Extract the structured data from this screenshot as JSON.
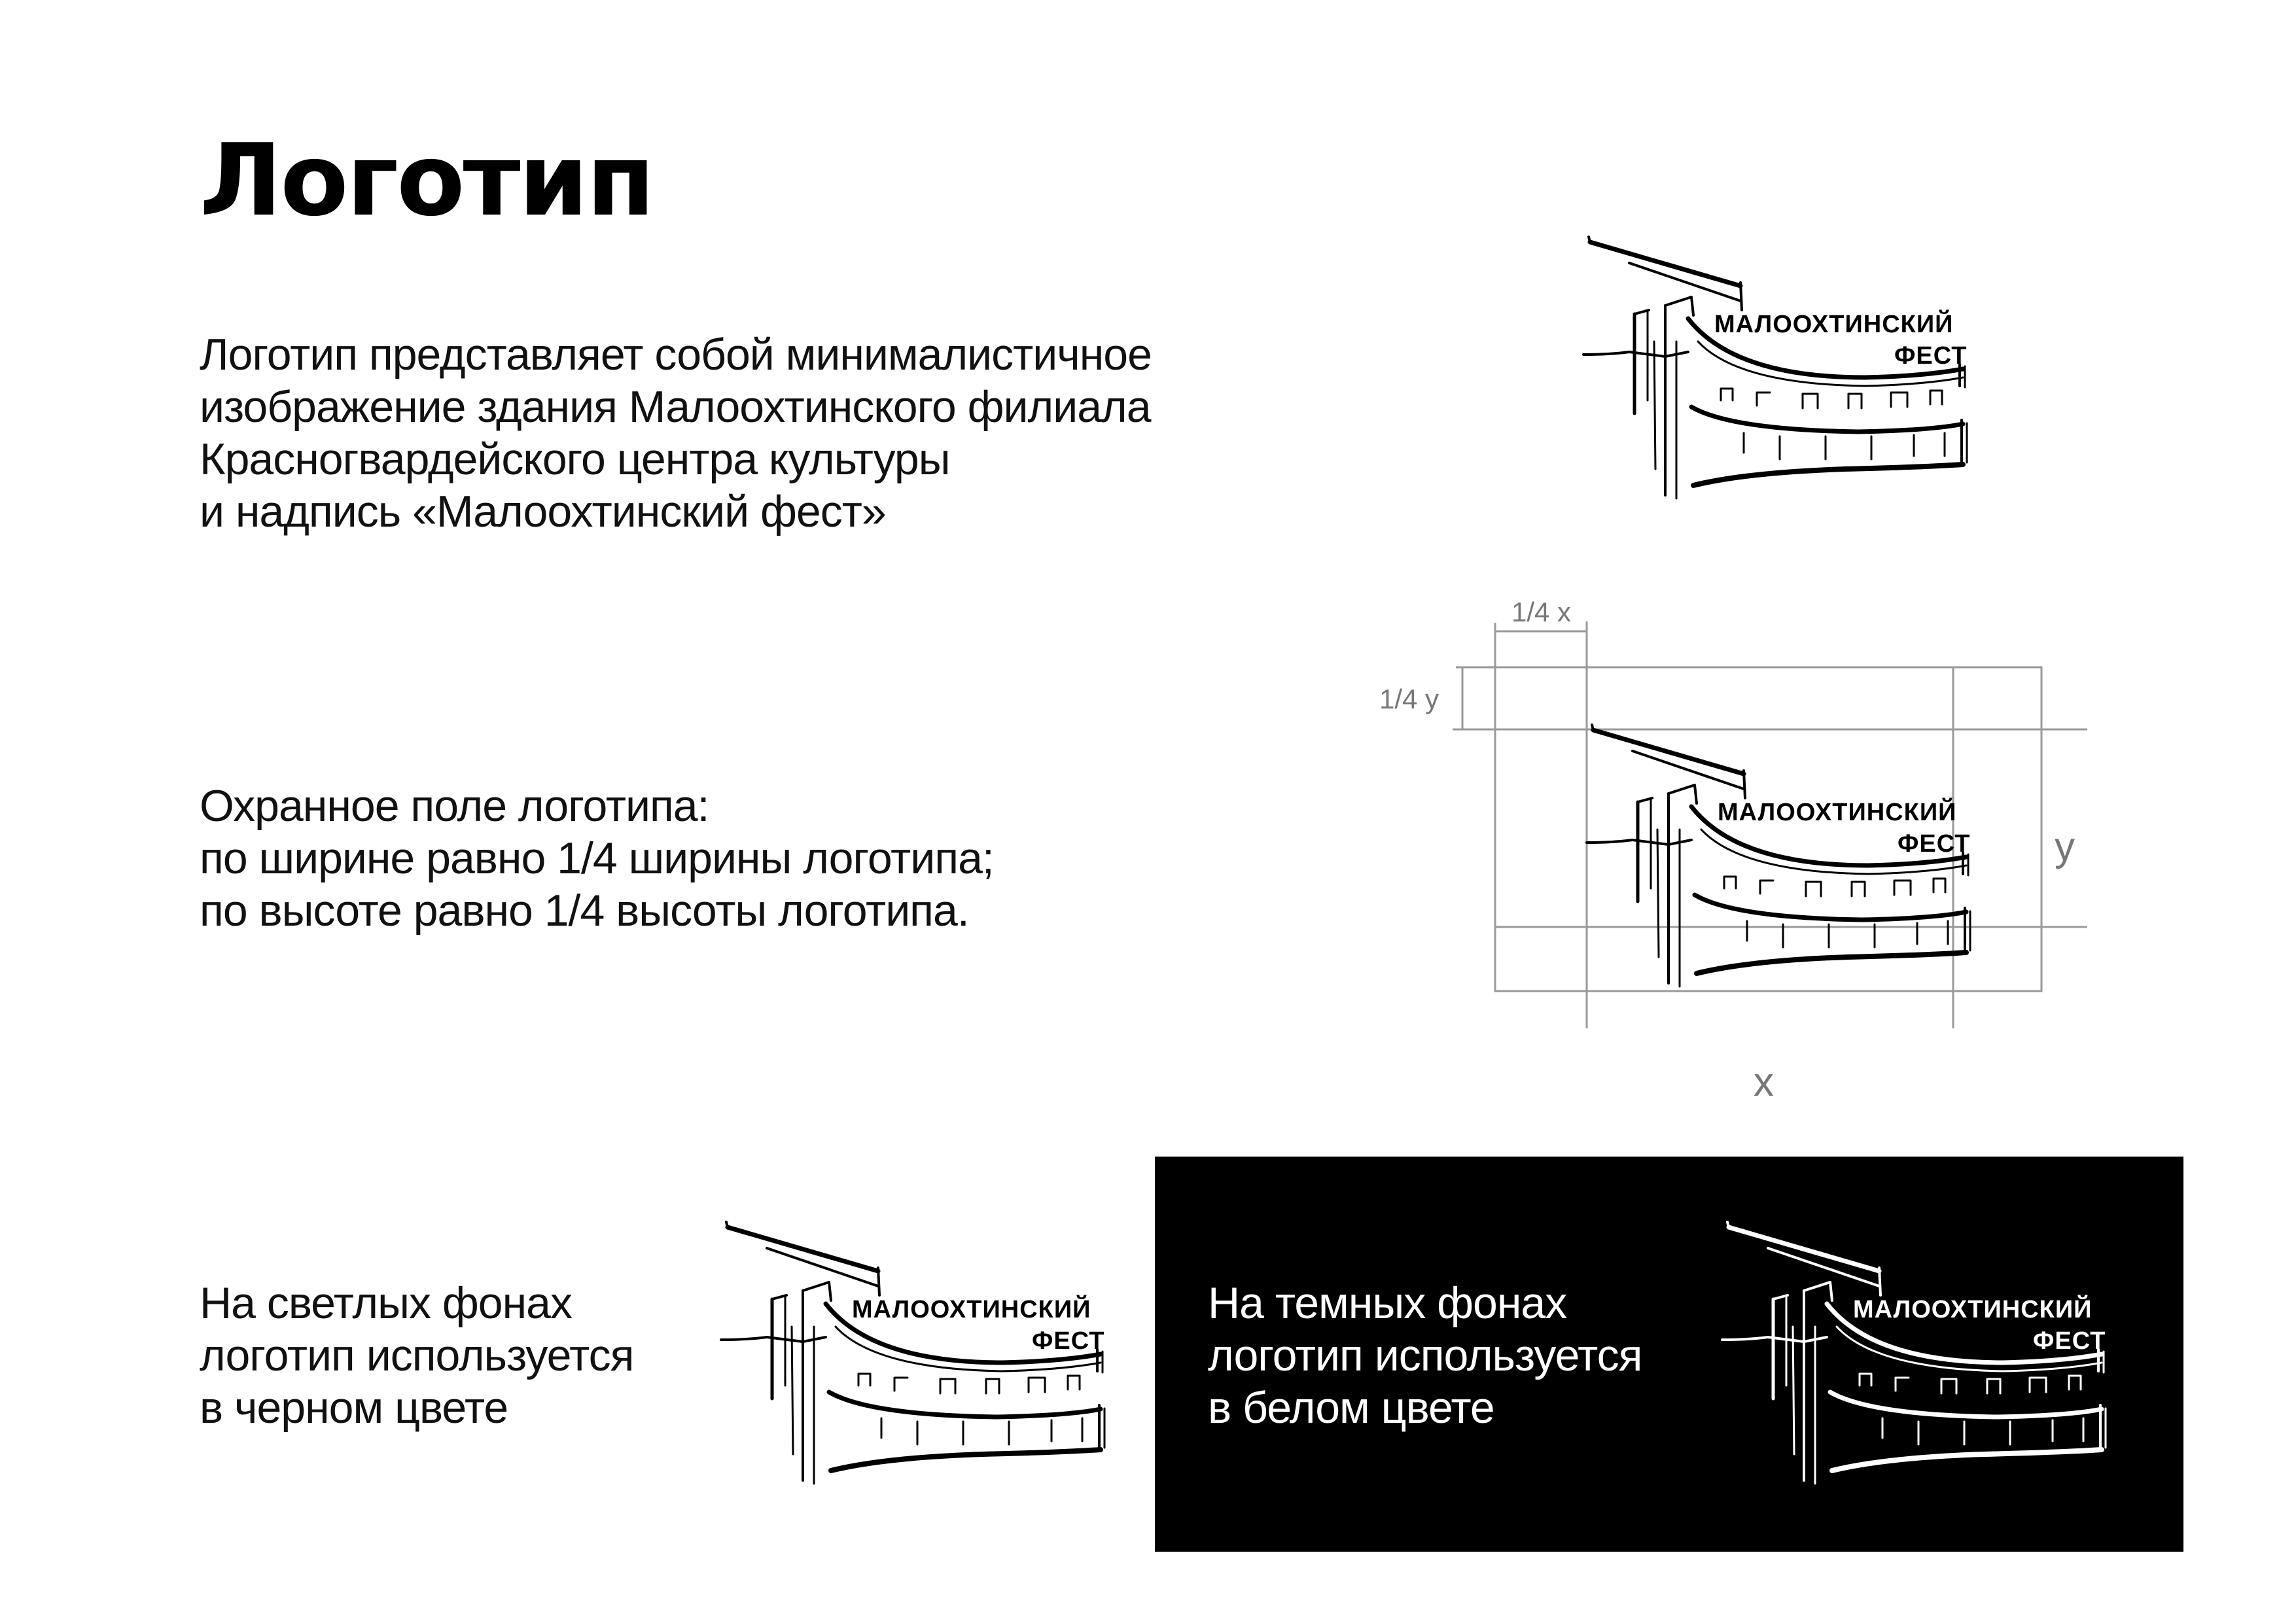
{
  "title": "Логотип",
  "description": {
    "lines": [
      "Логотип представляет собой минималистичное",
      "изображение здания Малоохтинского филиала",
      "Красногвардейского центра культуры",
      "и надпись «Малоохтинский фест»"
    ]
  },
  "clear_space": {
    "lines": [
      "Охранное поле логотипа:",
      "по ширине равно 1/4 ширины логотипа;",
      "по высоте равно 1/4 высоты логотипа."
    ],
    "label_quarter_x": "1/4 x",
    "label_quarter_y": "1/4 y",
    "label_x": "x",
    "label_y": "y"
  },
  "logo": {
    "line1": "МАЛООХТИНСКИЙ",
    "line2": "ФЕСТ",
    "mark_icon": "building-colonnade-icon"
  },
  "light_background": {
    "lines": [
      "На светлых фонах",
      "логотип используется",
      "в черном цвете"
    ]
  },
  "dark_background": {
    "lines": [
      "На темных фонах",
      "логотип используется",
      "в белом цвете"
    ]
  },
  "colors": {
    "background": "#ffffff",
    "text": "#000000",
    "panel": "#000000",
    "guide_lines": "#999999"
  }
}
